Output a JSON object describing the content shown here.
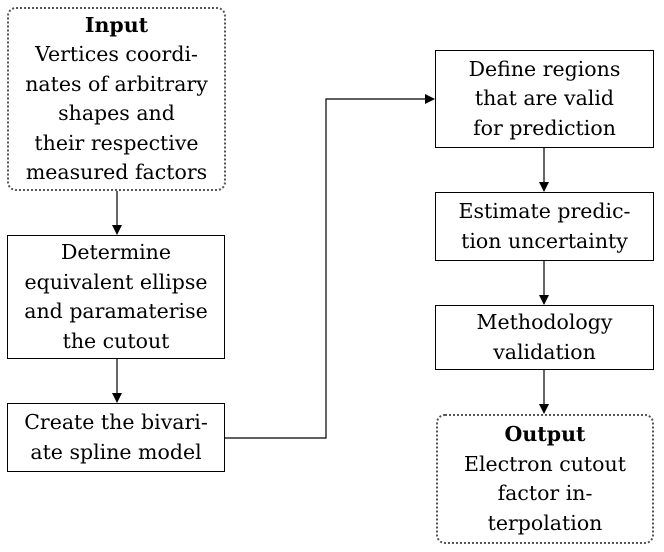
{
  "input_box": {
    "heading": "Input",
    "lines": [
      "Vertices coordi-",
      "nates of arbitrary",
      "shapes and",
      "their respective",
      "measured factors"
    ]
  },
  "ellipse_box": {
    "lines": [
      "Determine",
      "equivalent ellipse",
      "and paramaterise",
      "the cutout"
    ]
  },
  "spline_box": {
    "lines": [
      "Create the bivari-",
      "ate spline model"
    ]
  },
  "regions_box": {
    "lines": [
      "Define regions",
      "that are valid",
      "for prediction"
    ]
  },
  "uncertainty_box": {
    "lines": [
      "Estimate predic-",
      "tion uncertainty"
    ]
  },
  "validation_box": {
    "lines": [
      "Methodology",
      "validation"
    ]
  },
  "output_box": {
    "heading": "Output",
    "lines": [
      "Electron cutout",
      "factor in-",
      "terpolation"
    ]
  }
}
